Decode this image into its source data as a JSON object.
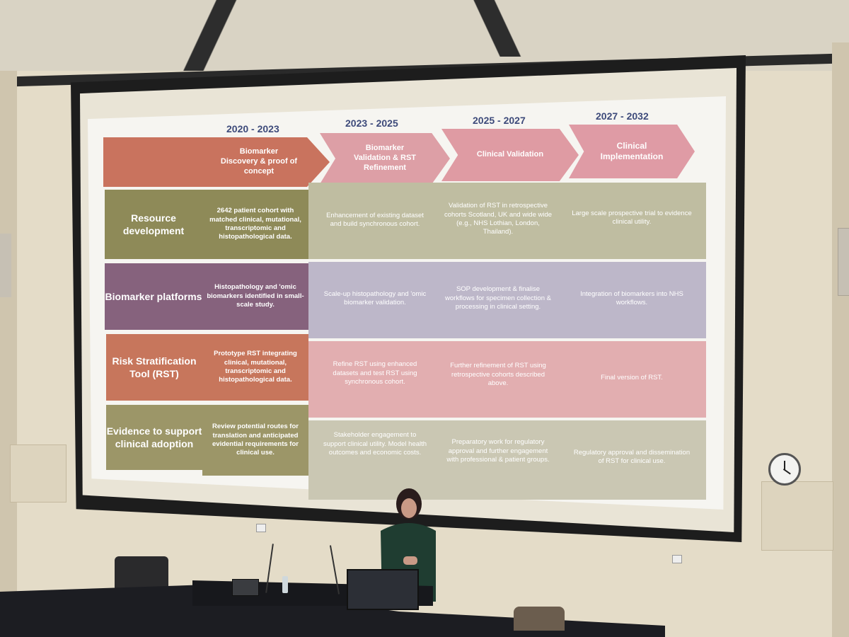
{
  "slide": {
    "years": [
      "2020 - 2023",
      "2023 - 2025",
      "2025 - 2027",
      "2027 - 2032"
    ],
    "phases": [
      {
        "label": "Biomarker Discovery & proof of concept",
        "color": "#c9735e"
      },
      {
        "label": "Biomarker Validation & RST Refinement",
        "color": "#dd9fa6"
      },
      {
        "label": "Clinical Validation",
        "color": "#df9ba3"
      },
      {
        "label": "Clinical Implementation",
        "color": "#df9ba5"
      }
    ],
    "rows": [
      {
        "heading": "Resource development",
        "head_color": "#8e8a58",
        "body_color": "#bfbda1",
        "cells": [
          "2642 patient cohort with matched clinical, mutational, transcriptomic and histopathological data.",
          "Enhancement of existing dataset and build synchronous cohort.",
          "Validation of RST in retrospective cohorts Scotland, UK and wide wide (e.g., NHS Lothian, London, Thailand).",
          "Large scale prospective trial to evidence clinical utility."
        ]
      },
      {
        "heading": "Biomarker platforms",
        "head_color": "#86627d",
        "body_color": "#bdb7c9",
        "cells": [
          "Histopathology and 'omic biomarkers identified in small-scale study.",
          "Scale-up histopathology and 'omic biomarker validation.",
          "SOP development & finalise workflows for specimen collection & processing in clinical setting.",
          "Integration of biomarkers into NHS workflows."
        ]
      },
      {
        "heading": "Risk Stratification Tool (RST)",
        "head_color": "#c7765c",
        "body_color": "#e2aeb0",
        "cells": [
          "Prototype RST integrating clinical, mutational, transcriptomic and histopathological data.",
          "Refine RST using enhanced datasets and test RST using synchronous cohort.",
          "Further refinement of RST using retrospective cohorts described above.",
          "Final version of RST."
        ]
      },
      {
        "heading": "Evidence to support clinical adoption",
        "head_color": "#9c9668",
        "body_color": "#cac7b3",
        "cells": [
          "Review potential routes for translation and anticipated evidential requirements for clinical use.",
          "Stakeholder engagement to support clinical utility. Model health outcomes and economic costs.",
          "Preparatory work for regulatory approval and further engagement with professional & patient groups.",
          "Regulatory approval and dissemination of RST for clinical use."
        ]
      }
    ]
  }
}
